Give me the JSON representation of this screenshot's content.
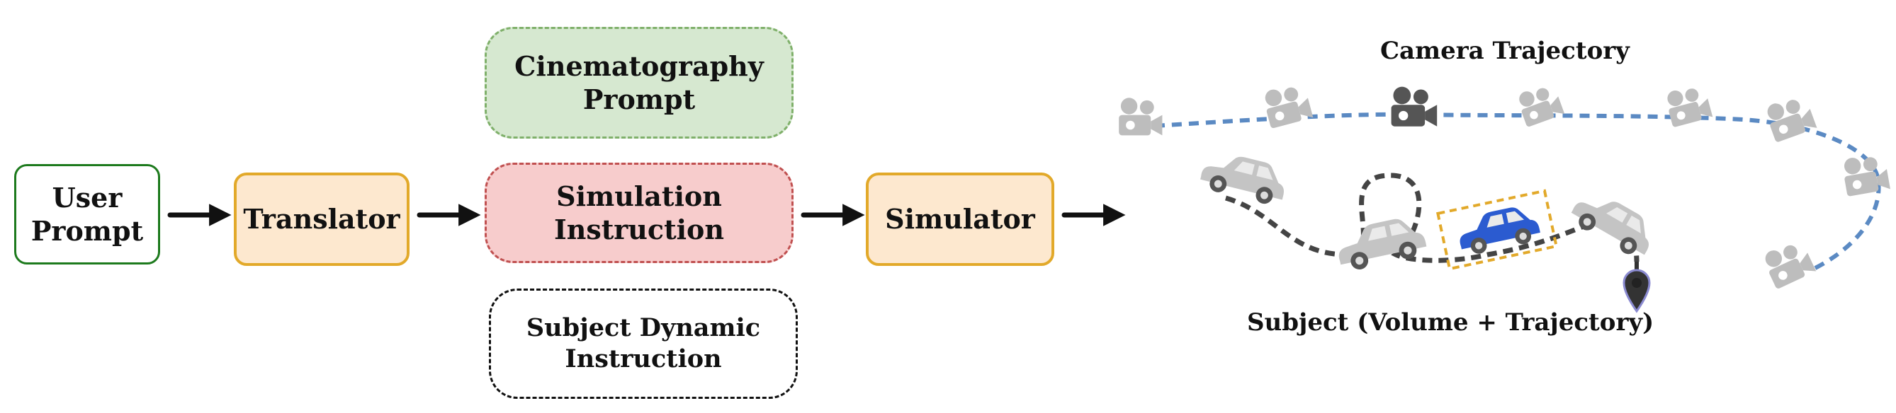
{
  "boxes": {
    "user_prompt": [
      "User",
      "Prompt"
    ],
    "translator": "Translator",
    "cinematography_prompt": [
      "Cinematography",
      "Prompt"
    ],
    "simulation_instruction": [
      "Simulation",
      "Instruction"
    ],
    "subject_dynamic_instruction": [
      "Subject Dynamic",
      "Instruction"
    ],
    "simulator": "Simulator"
  },
  "labels": {
    "camera_trajectory": "Camera Trajectory",
    "subject": "Subject (Volume + Trajectory)"
  },
  "colors": {
    "user_border": "#1d7a1d",
    "orange_border": "#e2a92a",
    "orange_fill": "#fde8cf",
    "green_fill": "#d6e8d0",
    "red_fill": "#f7cccc",
    "camera_path": "#5b8ac3",
    "highlight_car": "#2b5bd0"
  },
  "icons": [
    "camera-icon",
    "car-icon",
    "location-pin-icon"
  ]
}
